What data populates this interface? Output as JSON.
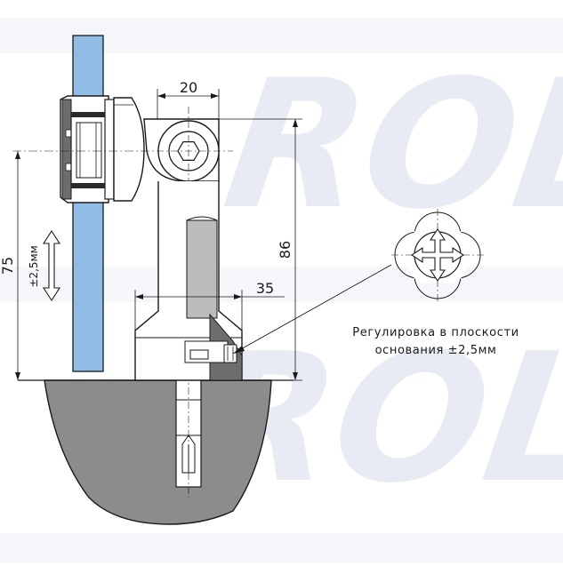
{
  "watermark": {
    "text": "ROLL"
  },
  "dimensions": {
    "width_top": "20",
    "height_total": "86",
    "height_glass": "75",
    "base_width": "35",
    "vertical_adjust": "±2,5мм"
  },
  "annotation": {
    "line1": "Регулировка в плоскости",
    "line2": "основания ±2,5мм"
  },
  "colors": {
    "glass": "#8fbde6",
    "base": "#8c8c8c",
    "inner_tube": "#bcbcbc",
    "line": "#1a1a1a",
    "watermark": "#e6e9f2"
  }
}
